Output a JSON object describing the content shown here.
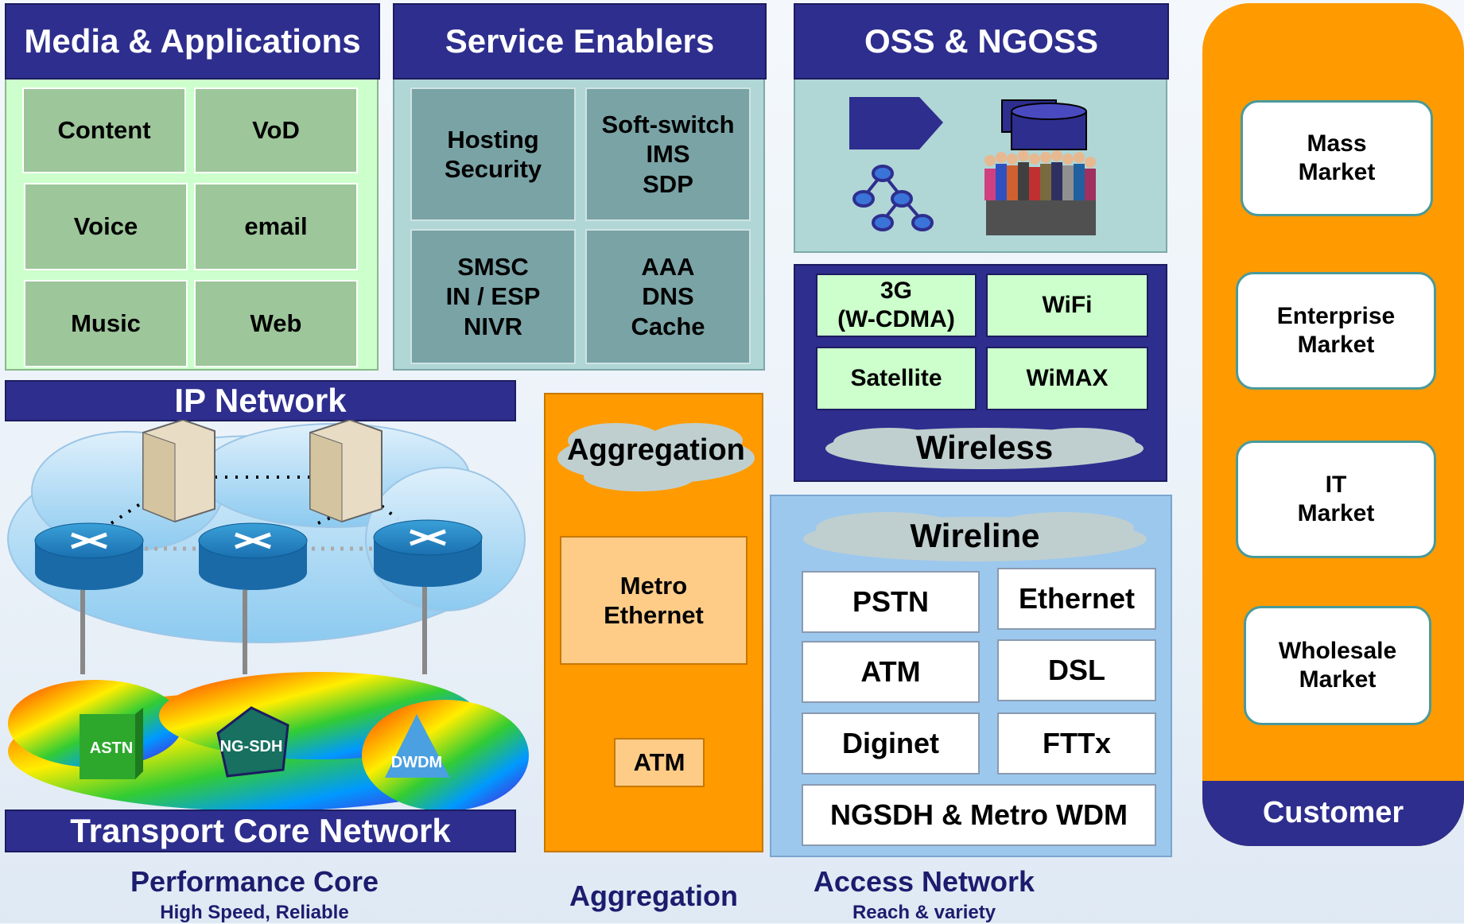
{
  "media": {
    "title": "Media & Applications",
    "items": [
      "Content",
      "VoD",
      "Voice",
      "email",
      "Music",
      "Web"
    ]
  },
  "enablers": {
    "title": "Service Enablers",
    "items": [
      "Hosting\nSecurity",
      "Soft-switch\nIMS\nSDP",
      "SMSC\nIN / ESP\nNIVR",
      "AAA\nDNS\nCache"
    ]
  },
  "oss": {
    "title": "OSS & NGOSS",
    "icons": [
      "process-arrow-icon",
      "database-icon",
      "hierarchy-icon",
      "people-group-icon"
    ]
  },
  "wireless": {
    "items": [
      "3G\n(W-CDMA)",
      "WiFi",
      "Satellite",
      "WiMAX"
    ],
    "label": "Wireless"
  },
  "ip": {
    "title": "IP Network",
    "icons": [
      "server-icon",
      "router-icon"
    ]
  },
  "transport": {
    "title": "Transport Core Network",
    "nodes": [
      "ASTN",
      "NG-SDH",
      "DWDM"
    ]
  },
  "aggregation": {
    "cloud": "Aggregation",
    "metro": "Metro\nEthernet",
    "atm": "ATM"
  },
  "wireline": {
    "label": "Wireline",
    "items": [
      "PSTN",
      "Ethernet",
      "ATM",
      "DSL",
      "Diginet",
      "FTTx",
      "NGSDH & Metro WDM"
    ]
  },
  "customer": {
    "markets": [
      "Mass\nMarket",
      "Enterprise\nMarket",
      "IT\nMarket",
      "Wholesale\nMarket"
    ],
    "label": "Customer"
  },
  "captions": {
    "core_title": "Performance Core",
    "core_sub": "High Speed, Reliable",
    "agg_title": "Aggregation",
    "access_title": "Access Network",
    "access_sub": "Reach & variety"
  },
  "colors": {
    "header": "#2e2e8e",
    "orange": "#ff9a00",
    "green_cell": "#9dc69a",
    "teal_cell": "#7aa3a6",
    "light_green": "#ccffcc"
  }
}
